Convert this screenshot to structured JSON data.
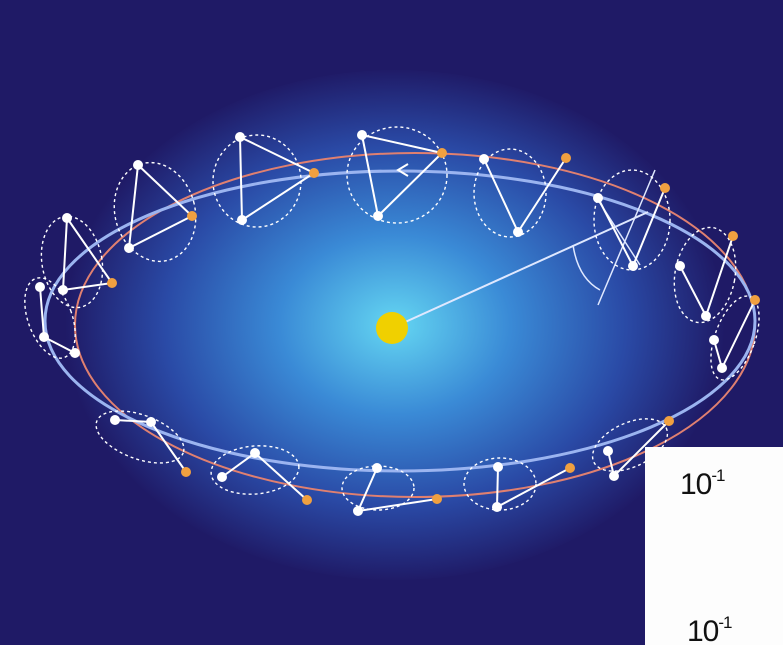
{
  "colors": {
    "background": "#1f1a66",
    "glow_center": "#5fd2f0",
    "orbit_blue": "#9bb4f0",
    "orbit_red": "#e08070",
    "star_yellow": "#f0d000",
    "node_white": "#ffffff",
    "node_orange": "#f0a040"
  },
  "icons": {
    "central_body": "yellow-disc",
    "direction_marker": "arrowhead"
  },
  "inset_panel": {
    "tick_labels": [
      {
        "base": "10",
        "exponent": "-1"
      },
      {
        "base": "10",
        "exponent": "-1"
      }
    ]
  }
}
